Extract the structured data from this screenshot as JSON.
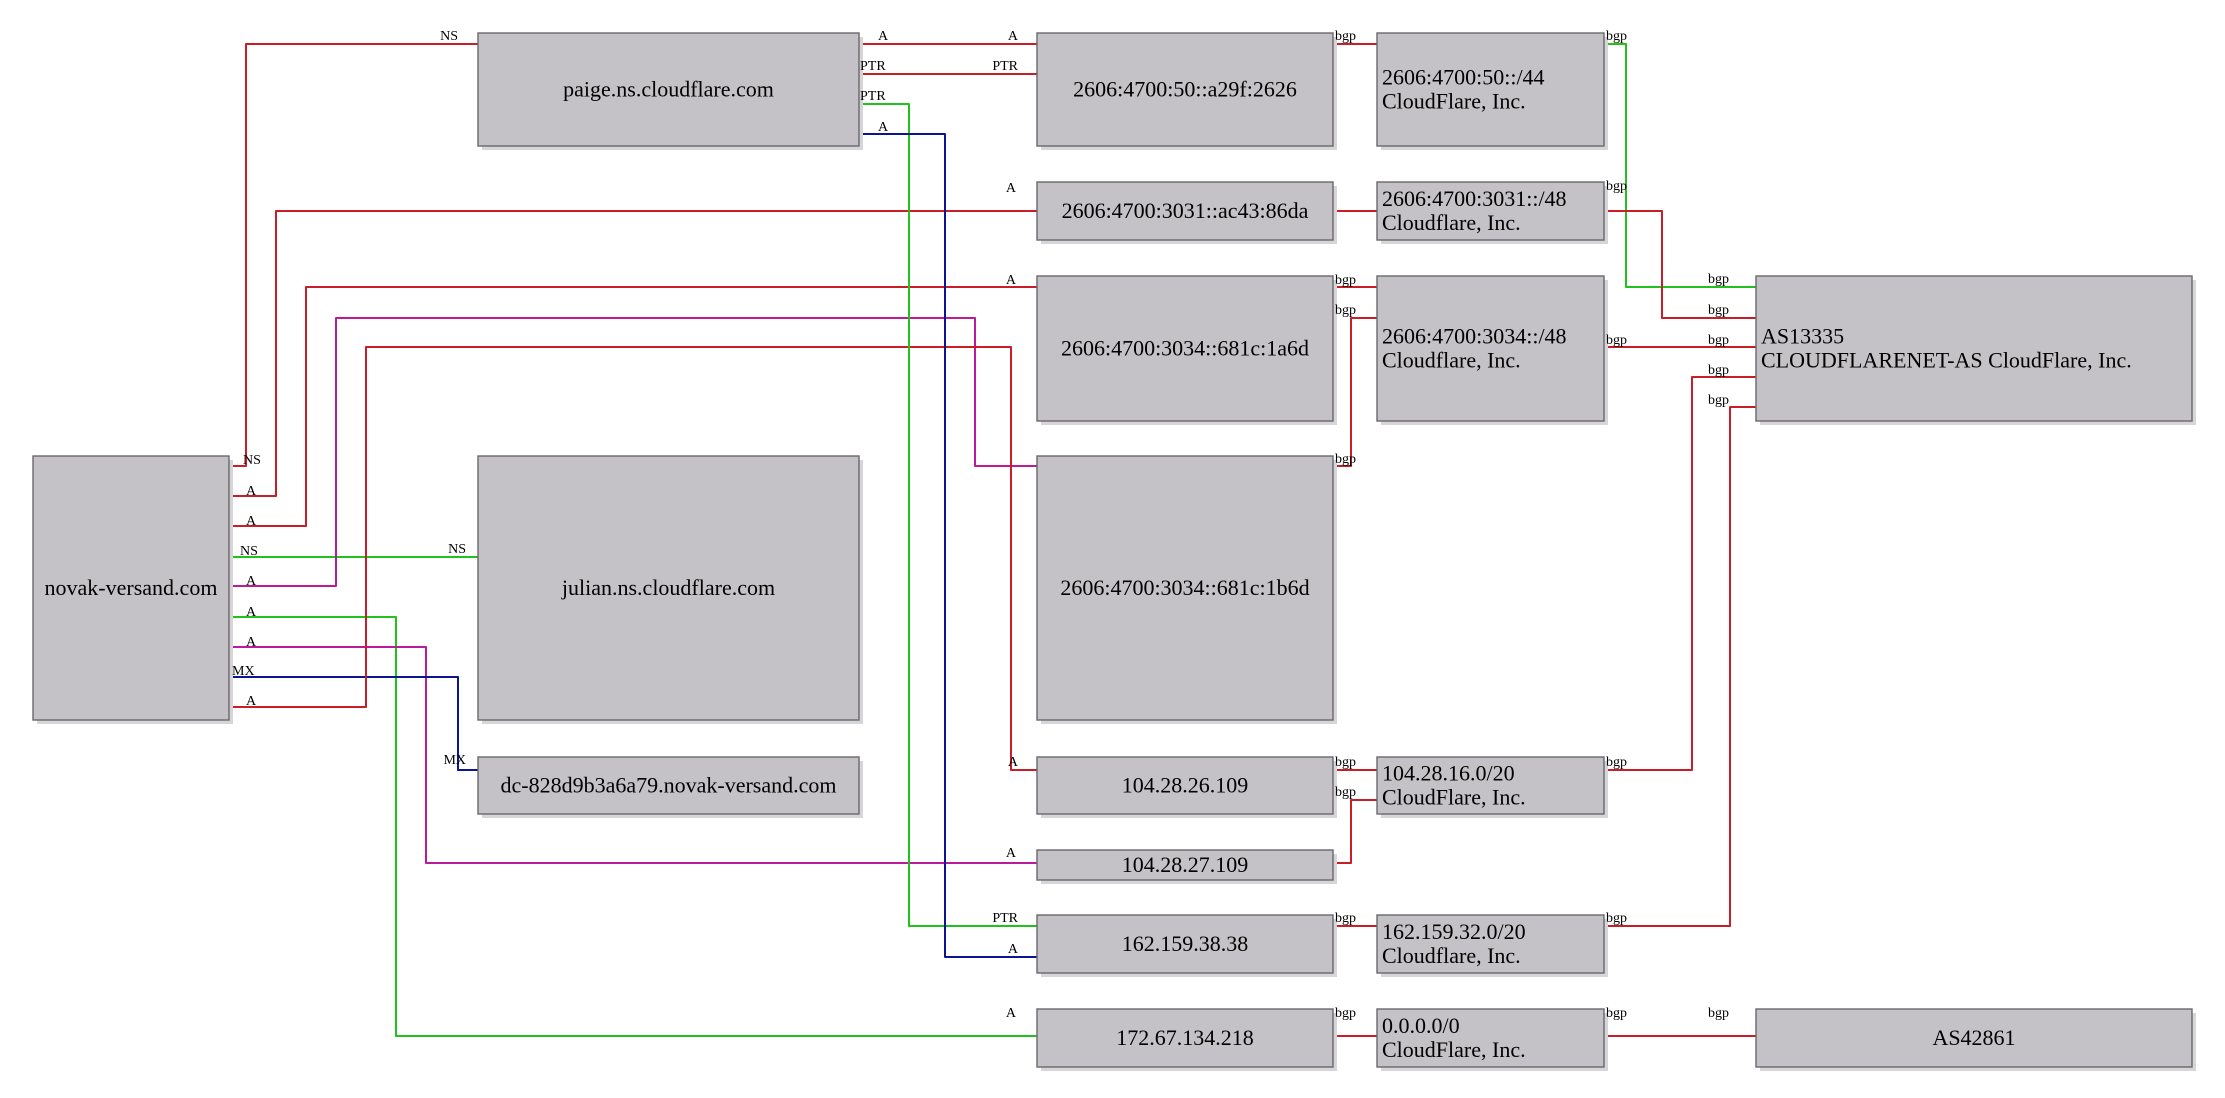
{
  "colors": {
    "red": "#c81e2a",
    "green": "#22c21c",
    "blue": "#0c1590",
    "magenta": "#b81c9a",
    "node_fill": "#c4c2c6",
    "node_border": "#6a686c"
  },
  "nodes": {
    "novak": [
      "novak-versand.com"
    ],
    "paige": [
      "paige.ns.cloudflare.com"
    ],
    "julian": [
      "julian.ns.cloudflare.com"
    ],
    "dc": [
      "dc-828d9b3a6a79.novak-versand.com"
    ],
    "ip_a29f": [
      "2606:4700:50::a29f:2626"
    ],
    "ip_ac43": [
      "2606:4700:3031::ac43:86da"
    ],
    "ip_1a6d": [
      "2606:4700:3034::681c:1a6d"
    ],
    "ip_1b6d": [
      "2606:4700:3034::681c:1b6d"
    ],
    "ip_26109": [
      "104.28.26.109"
    ],
    "ip_27109": [
      "104.28.27.109"
    ],
    "ip_162": [
      "162.159.38.38"
    ],
    "ip_172": [
      "172.67.134.218"
    ],
    "pfx_50": [
      "2606:4700:50::/44",
      "CloudFlare, Inc."
    ],
    "pfx_3031": [
      "2606:4700:3031::/48",
      "Cloudflare, Inc."
    ],
    "pfx_3034": [
      "2606:4700:3034::/48",
      "Cloudflare, Inc."
    ],
    "pfx_104": [
      "104.28.16.0/20",
      "CloudFlare, Inc."
    ],
    "pfx_162": [
      "162.159.32.0/20",
      "Cloudflare, Inc."
    ],
    "pfx_0": [
      "0.0.0.0/0",
      "CloudFlare, Inc."
    ],
    "as13335": [
      "AS13335",
      "CLOUDFLARENET-AS CloudFlare, Inc."
    ],
    "as42861": [
      "AS42861"
    ]
  },
  "edges": [
    {
      "color": "red",
      "from": "novak",
      "to": "paige",
      "label": "NS"
    },
    {
      "color": "red",
      "from": "novak",
      "to": "ip_ac43",
      "label": "A"
    },
    {
      "color": "red",
      "from": "novak",
      "to": "ip_1a6d",
      "label": "A"
    },
    {
      "color": "green",
      "from": "novak",
      "to": "julian",
      "label": "NS"
    },
    {
      "color": "magenta",
      "from": "novak",
      "to": "ip_1b6d",
      "label": "A"
    },
    {
      "color": "green",
      "from": "novak",
      "to": "ip_172",
      "label": "A"
    },
    {
      "color": "magenta",
      "from": "novak",
      "to": "ip_27109",
      "label": "A"
    },
    {
      "color": "blue",
      "from": "novak",
      "to": "dc",
      "label": "MX"
    },
    {
      "color": "red",
      "from": "novak",
      "to": "ip_26109",
      "label": "A"
    },
    {
      "color": "red",
      "from": "paige",
      "to": "ip_a29f",
      "label": "A"
    },
    {
      "color": "red",
      "from": "paige",
      "to": "ip_a29f",
      "label": "PTR"
    },
    {
      "color": "green",
      "from": "paige",
      "to": "ip_162",
      "label": "PTR"
    },
    {
      "color": "blue",
      "from": "paige",
      "to": "ip_162",
      "label": "A"
    },
    {
      "color": "red",
      "from": "ip_a29f",
      "to": "pfx_50",
      "label": "bgp"
    },
    {
      "color": "red",
      "from": "ip_ac43",
      "to": "pfx_3031",
      "label": ""
    },
    {
      "color": "red",
      "from": "ip_1a6d",
      "to": "pfx_3034",
      "label": "bgp"
    },
    {
      "color": "red",
      "from": "ip_1b6d",
      "to": "pfx_3034",
      "label": "bgp"
    },
    {
      "color": "red",
      "from": "ip_26109",
      "to": "pfx_104",
      "label": "bgp"
    },
    {
      "color": "red",
      "from": "ip_27109",
      "to": "pfx_104",
      "label": "bgp"
    },
    {
      "color": "red",
      "from": "ip_162",
      "to": "pfx_162",
      "label": "bgp"
    },
    {
      "color": "red",
      "from": "ip_172",
      "to": "pfx_0",
      "label": "bgp"
    },
    {
      "color": "green",
      "from": "pfx_50",
      "to": "as13335",
      "label": "bgp"
    },
    {
      "color": "red",
      "from": "pfx_3031",
      "to": "as13335",
      "label": "bgp"
    },
    {
      "color": "red",
      "from": "pfx_3034",
      "to": "as13335",
      "label": "bgp"
    },
    {
      "color": "red",
      "from": "pfx_104",
      "to": "as13335",
      "label": "bgp"
    },
    {
      "color": "red",
      "from": "pfx_162",
      "to": "as13335",
      "label": "bgp"
    },
    {
      "color": "red",
      "from": "pfx_0",
      "to": "as42861",
      "label": "bgp"
    }
  ]
}
